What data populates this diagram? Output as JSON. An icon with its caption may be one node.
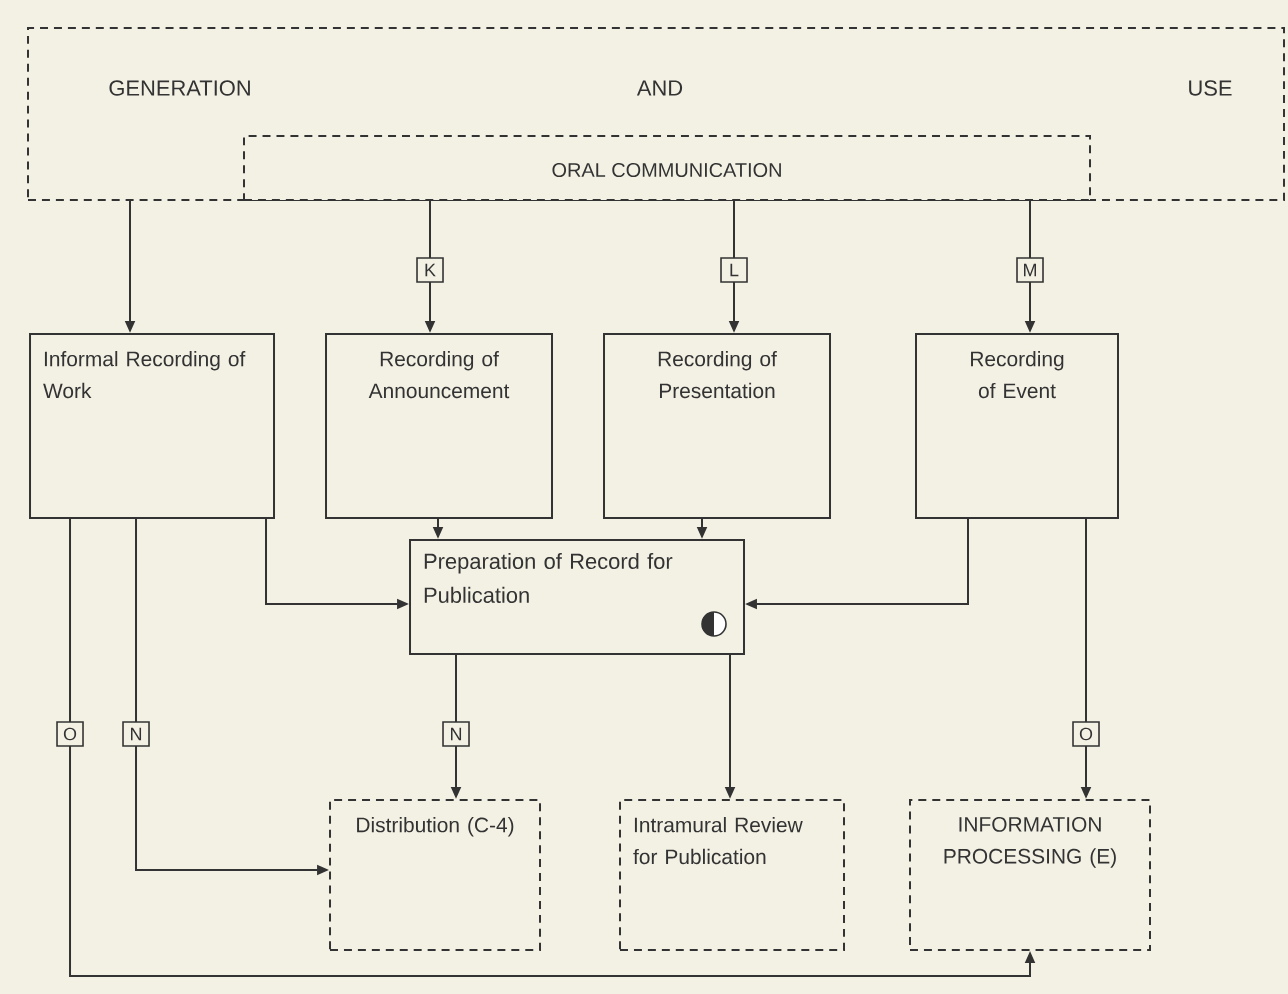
{
  "diagram": {
    "nodes": [
      {
        "text": [
          "GENERATION",
          "AND",
          "USE"
        ]
      },
      {
        "text": [
          "ORAL COMMUNICATION"
        ],
        "in": 0
      },
      {
        "text": [
          "Informal Recording of Work"
        ]
      },
      {
        "text": [
          "Recording of Announcement"
        ]
      },
      {
        "text": [
          "Recording of Presentation"
        ]
      },
      {
        "text": [
          "Recording of Event"
        ]
      },
      {
        "text": [
          "Preparation of Record for Publication"
        ]
      },
      {
        "text": [
          "Distribution (C-4)"
        ]
      },
      {
        "text": [
          "Intramural Review for Publication"
        ]
      },
      {
        "text": [
          "INFORMATION PROCESSING (E)"
        ]
      }
    ],
    "edges": [
      {
        "from": 0,
        "to": 2,
        "arrow": "to"
      },
      {
        "from": 1,
        "to": 3,
        "arrow": "to",
        "label": "K"
      },
      {
        "from": 1,
        "to": 4,
        "arrow": "to",
        "label": "L"
      },
      {
        "from": 1,
        "to": 5,
        "arrow": "to",
        "label": "M"
      },
      {
        "from": 3,
        "to": 6,
        "arrow": "to"
      },
      {
        "from": 4,
        "to": 6,
        "arrow": "to"
      },
      {
        "from": 2,
        "to": 6,
        "arrow": "to"
      },
      {
        "from": 5,
        "to": 6,
        "arrow": "to"
      },
      {
        "from": 6,
        "to": 7,
        "arrow": "to",
        "label": "N"
      },
      {
        "from": 6,
        "to": 8,
        "arrow": "to"
      },
      {
        "from": 5,
        "to": 9,
        "arrow": "to",
        "label": "O"
      },
      {
        "from": 2,
        "to": 7,
        "arrow": "to",
        "label": "N"
      },
      {
        "from": 2,
        "to": 9,
        "arrow": "to",
        "label": "O"
      }
    ]
  }
}
